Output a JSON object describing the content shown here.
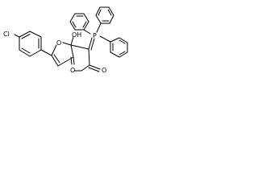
{
  "diagram": {
    "type": "chemical-structure",
    "atom_labels": {
      "chlorine": "Cl",
      "ring_oxygen": "O",
      "hydroxyl": "OH",
      "ketone_oxygen": "O",
      "phosphorus": "P",
      "ester_oxygen": "O"
    },
    "colors": {
      "line": "#000000",
      "background": "#ffffff"
    }
  }
}
